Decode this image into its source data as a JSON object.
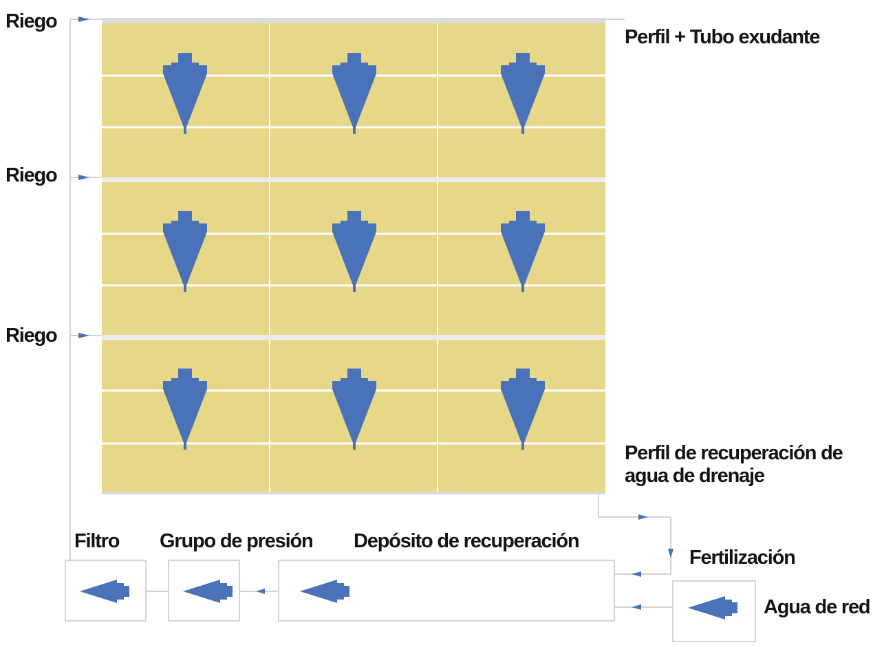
{
  "labels": {
    "riego": "Riego",
    "perfil_tubo": "Perfil + Tubo exudante",
    "perfil_recuperacion": "Perfil de recuperación de agua de drenaje",
    "filtro": "Filtro",
    "grupo_presion": "Grupo de presión",
    "deposito": "Depósito de recuperación",
    "fertilizacion": "Fertilización",
    "agua_red": "Agua de red"
  },
  "colors": {
    "panel_fill": "#e6d888",
    "panel_line": "#ffffff",
    "panel_border": "#c8c8c8",
    "arrow": "#4a72b8",
    "pipe": "#d2d2d2",
    "box_border": "#d4d4d4",
    "text": "#141414"
  },
  "wall": {
    "rows": 3,
    "columns": 3,
    "irrigation_inputs": 3
  },
  "icons": {
    "drip": "drip-arrow-down-icon",
    "flow": "flow-arrow-left-icon"
  }
}
